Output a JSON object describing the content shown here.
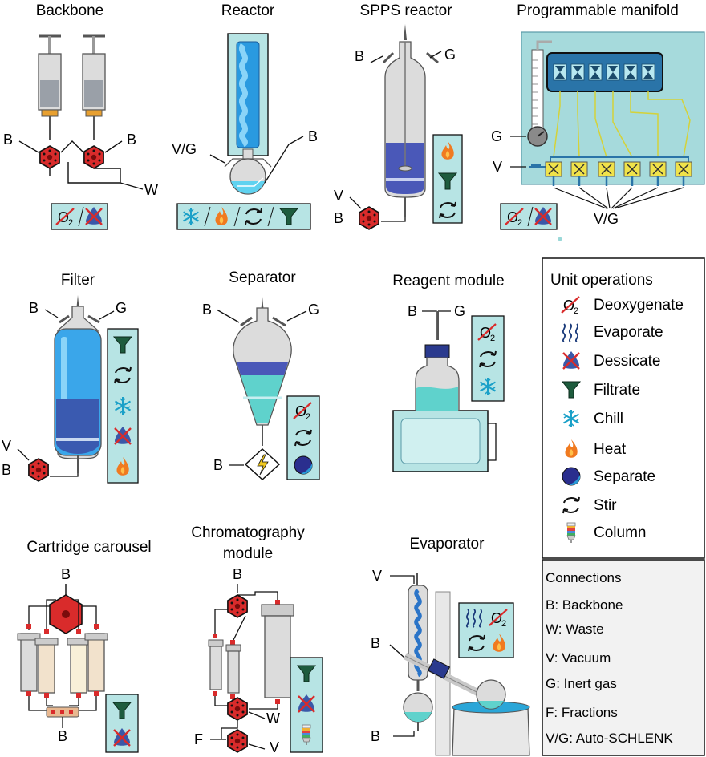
{
  "titles": {
    "backbone": "Backbone",
    "reactor": "Reactor",
    "spps": "SPPS reactor",
    "manifold": "Programmable manifold",
    "filter": "Filter",
    "separator": "Separator",
    "reagent": "Reagent module",
    "cartridge": "Cartridge carousel",
    "chroma_line1": "Chromatography",
    "chroma_line2": "module",
    "evaporator": "Evaporator"
  },
  "port_labels": {
    "B": "B",
    "W": "W",
    "V": "V",
    "G": "G",
    "F": "F",
    "VG": "V/G"
  },
  "o2_label": "O",
  "o2_sub": "2",
  "legend": {
    "title": "Unit operations",
    "items": [
      {
        "icon": "deoxygenate-icon",
        "label": "Deoxygenate"
      },
      {
        "icon": "evaporate-icon",
        "label": "Evaporate"
      },
      {
        "icon": "dessicate-icon",
        "label": "Dessicate"
      },
      {
        "icon": "filtrate-icon",
        "label": "Filtrate"
      },
      {
        "icon": "chill-icon",
        "label": "Chill"
      },
      {
        "icon": "heat-icon",
        "label": "Heat"
      },
      {
        "icon": "separate-icon",
        "label": "Separate"
      },
      {
        "icon": "stir-icon",
        "label": "Stir"
      },
      {
        "icon": "column-icon",
        "label": "Column"
      }
    ]
  },
  "connections": {
    "title": "Connections",
    "items": [
      "B: Backbone",
      "W: Waste",
      "V: Vacuum",
      "G: Inert gas",
      "F: Fractions",
      "V/G: Auto-SCHLENK"
    ]
  },
  "colors": {
    "panel": "#b7e4e4",
    "valve": "#d92b2b",
    "blue": "#2a74c8",
    "purple": "#4a3e9e",
    "teal": "#5fd2cc",
    "green": "#1e5c3e",
    "orange": "#f07a20",
    "glass": "#d9dde2"
  }
}
